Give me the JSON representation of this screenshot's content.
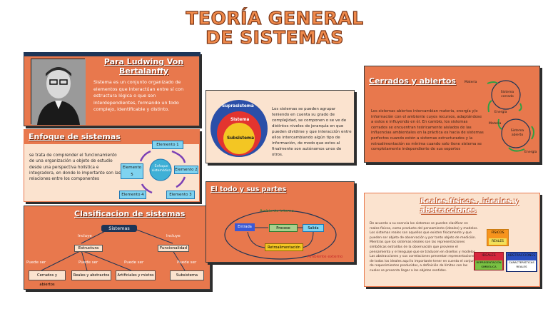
{
  "title": {
    "line1": "TEORÍA GENERAL",
    "line2": "DE SISTEMAS"
  },
  "bertalanffy": {
    "heading": "Para Ludwing Von Bertalanffy",
    "text": "Sistema es un conjunto organizado de elementos que interactúan entre sí con estructura lógica o que son interdependientes, formando un todo complejo, identificable y distinto."
  },
  "enfoque": {
    "heading": "Enfoque de sistemas",
    "text": "se trata de comprender el funcionamiento de una organización u objeto de estudio desde una perspectiva holística e integradora, en donde lo importante son las relaciones entre los componentes",
    "center": "Enfoque sistemático",
    "elements": [
      "Elemento 1",
      "Elemento 2",
      "Elemento 3",
      "Elemento 4",
      "Elemento 5"
    ]
  },
  "clasificacion": {
    "heading": "Clasificacion de sistemas",
    "root": "Sistemas",
    "incluye": "Incluye",
    "branches": [
      "Estructura",
      "Funcionalidad"
    ],
    "puede_ser": "Puede ser",
    "leaves": [
      "Cerrados y abiertos",
      "Reales y abstractos",
      "Artificiales y mixtos",
      "Subsistema"
    ]
  },
  "niveles": {
    "labels": [
      "Suprasistema",
      "Sistema",
      "Subsistema"
    ],
    "text": "Los sistemas se pueden agrupar teniendo en cuenta su grado de complejidad, se componen o se ve de distintos niveles de jerarquía en que pueden dividirse y que interacción entre ellos intercambiando algún tipo de información, de modo que estos al finalmente son autónomos unos de otros."
  },
  "todo": {
    "heading": "El todo y sus partes",
    "ambiente_interno": "Ambiente interno",
    "ambiente_externo": "Ambiente externo",
    "entrada": "Entrada",
    "proceso": "Proceso",
    "salida": "Salida",
    "retro": "Retroalimentación"
  },
  "cerrados": {
    "heading": "Cerrados y abiertos",
    "text": "Los sistemas abiertos intercambian materia, energía y/o información con el ambiente cuyos recursos, adaptándose a estos e influyendo en él. En cambio, los sistemas cerrados se encuentran teóricamente aislados de las influencias ambientales en la práctica es hacia de sistemas perfectos cuando estén a sistemas estructurados y la retroalimentación es mínima cuando solo tiene sistema se completamente independiente de sus soportes",
    "closed_label": "Sistema cerrado",
    "open_label": "Sistema abierto",
    "materia": "Materia",
    "energia": "Energía"
  },
  "reales": {
    "heading": "Reales físicos , ideales y abstracciones",
    "text": "De acuerdo a su esencia los sistemas se pueden clasificar en reales físicos, como producto del pensamiento (ideales) y modelos. Los sistemas reales son aquellos que existen físicamente y que pueden ser objeto de observación y por tanto objeto de medición. Mientras que los sistemas ideales son las representaciones simbólicas extraídas de la observación que proviene el pensamiento y el lenguaje que se traducen en diseños y modelos. Las abstracciones y sus correlaciones presentan representaciones de todos los ideales aquí lo importante tener en cuenta el conjunto de requerimientos producidos, a definición de límites con las cuales se presenta llegar a los objetos sentidos.",
    "fisicos": "FÍSICOS",
    "reales_box": "REALES",
    "ideales": "IDEALES",
    "rep": "REPRESENTACIÓN SIMBÓLICA",
    "abstracciones": "ABSTRACCIONES",
    "caracteristicas": "CARACTERÍSTICAS REALES"
  },
  "colors": {
    "orange": "#e8784d",
    "cream": "#fbe3cf",
    "navy": "#1d3557"
  }
}
